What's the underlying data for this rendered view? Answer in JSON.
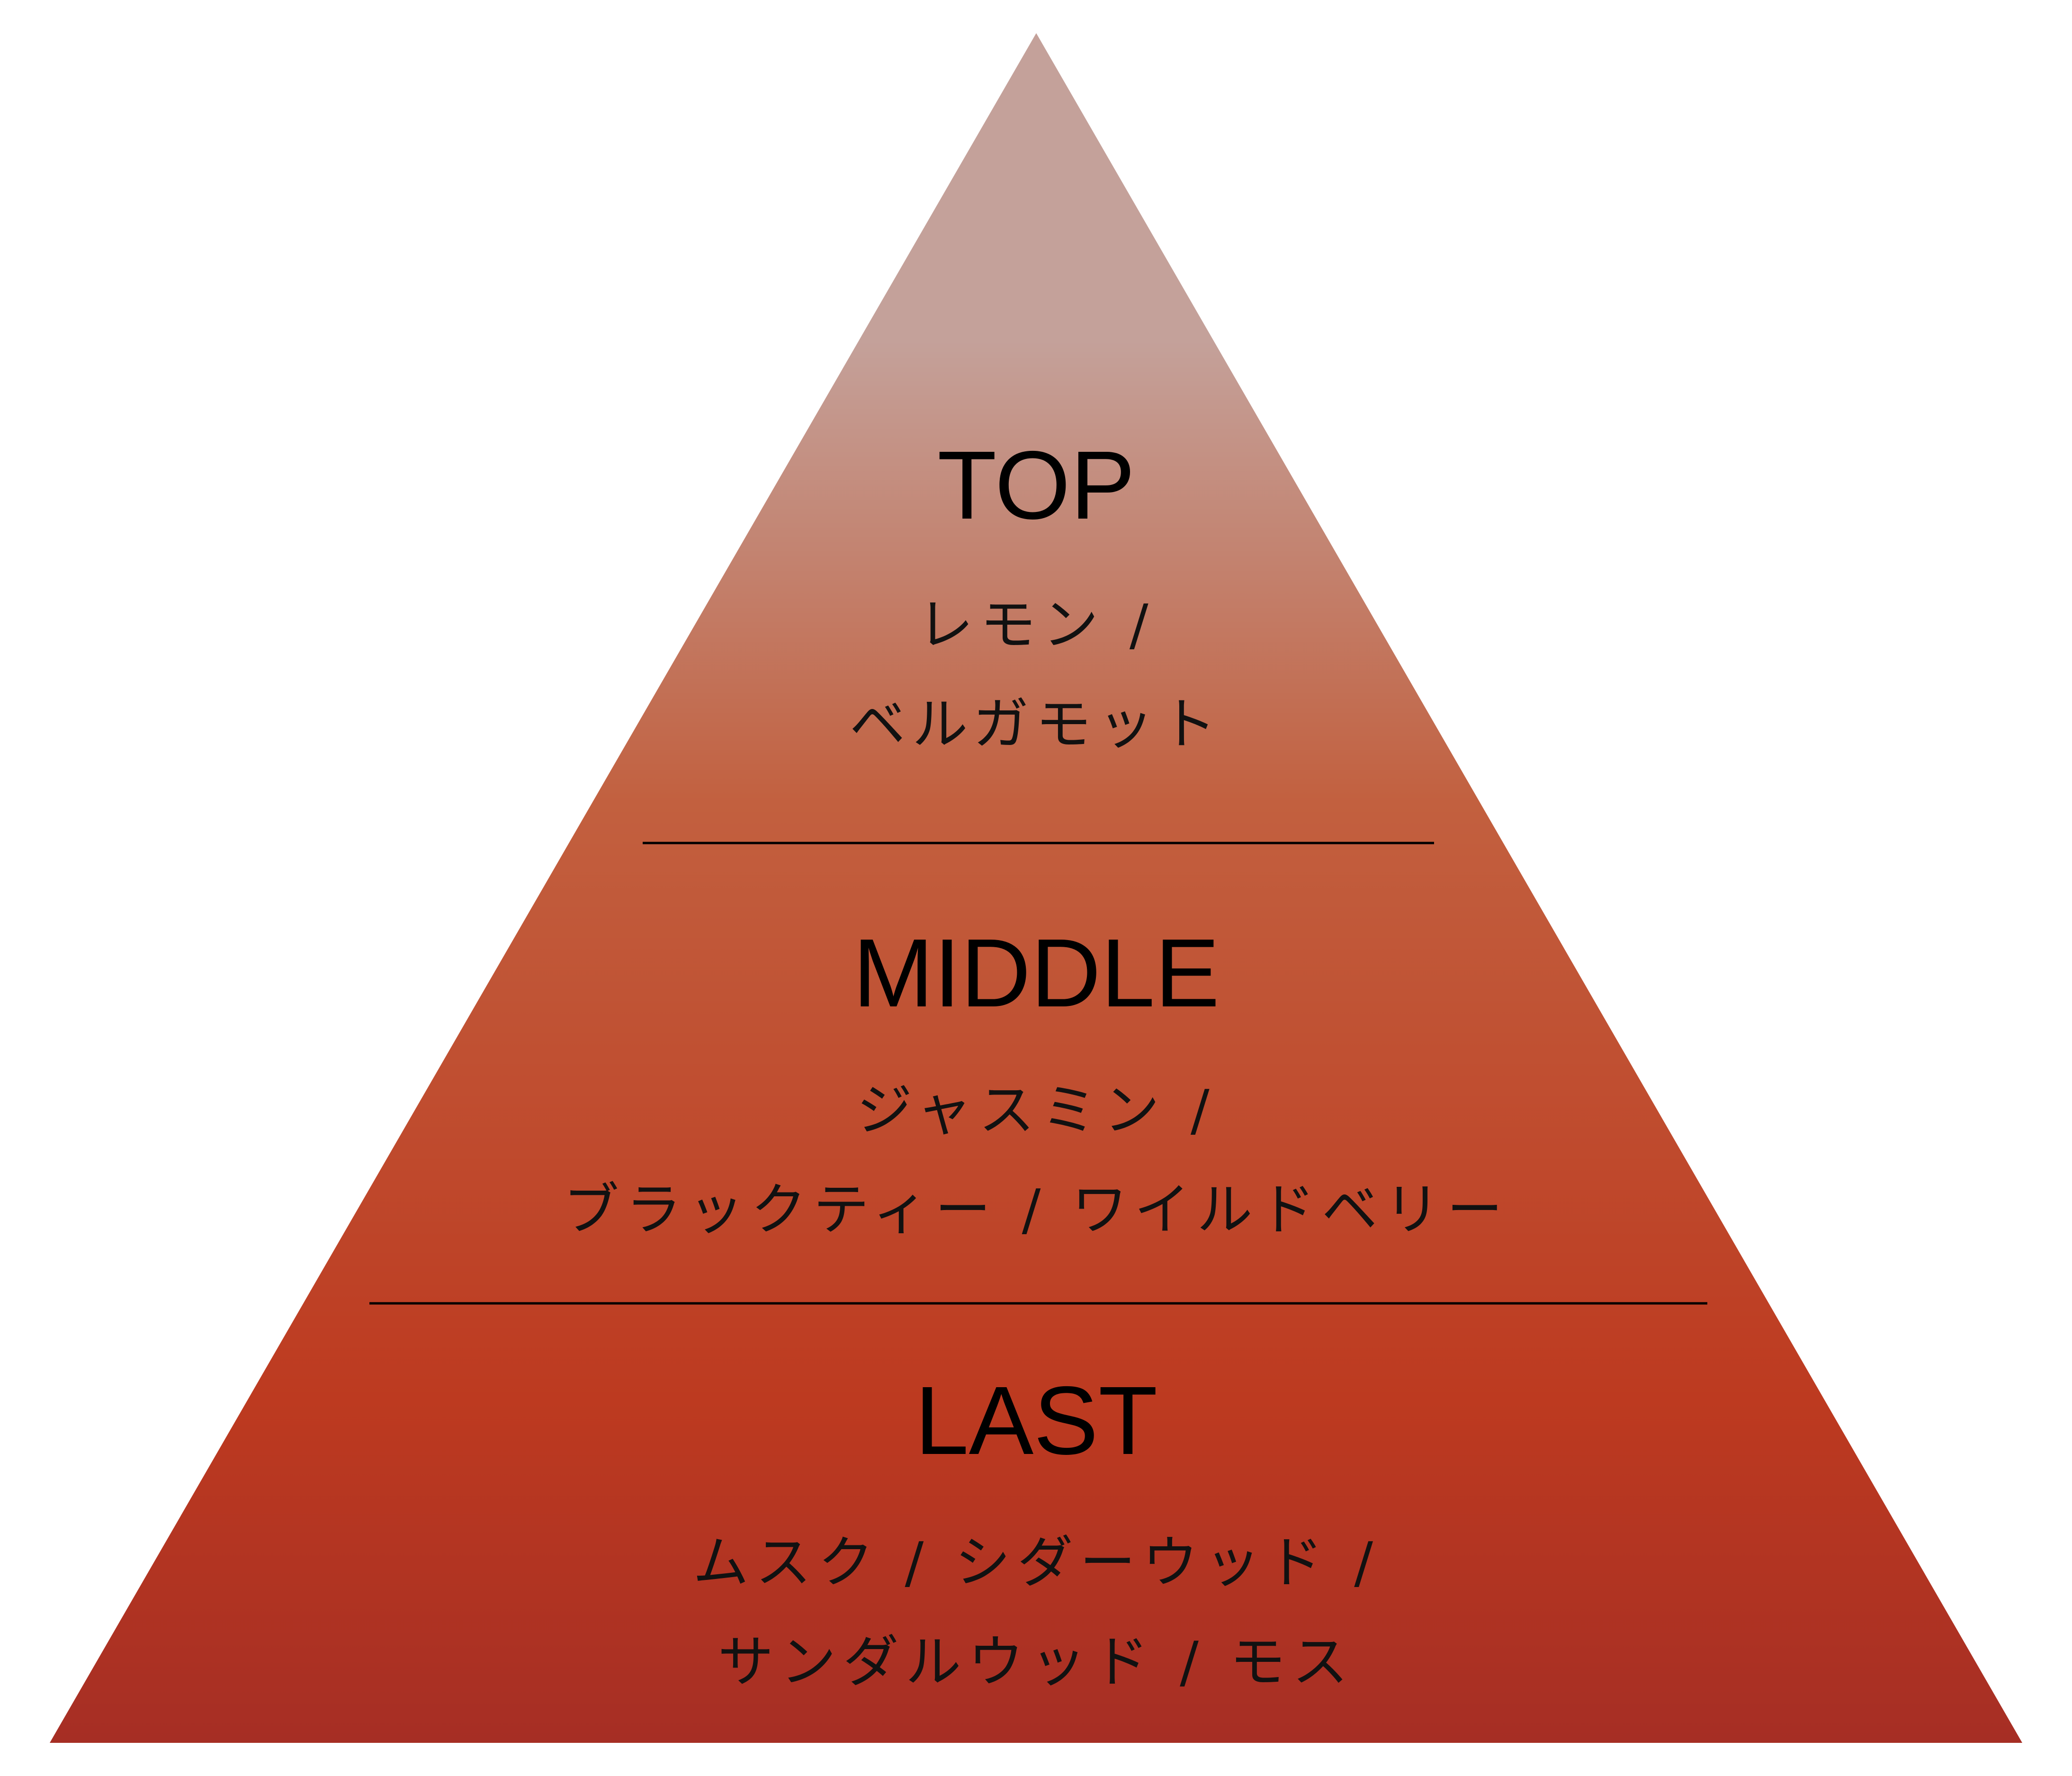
{
  "colors": {
    "gradient_top": "#c4a19a",
    "gradient_mid": "#c2603f",
    "gradient_low": "#bd3a20",
    "gradient_bottom": "#a62e24"
  },
  "tiers": [
    {
      "title": "TOP",
      "lines": [
        "レモン /",
        "ベルガモット"
      ]
    },
    {
      "title": "MIDDLE",
      "lines": [
        "ジャスミン /",
        "ブラックティー / ワイルドベリー"
      ]
    },
    {
      "title": "LAST",
      "lines": [
        "ムスク / シダーウッド /",
        "サンダルウッド / モス"
      ]
    }
  ]
}
